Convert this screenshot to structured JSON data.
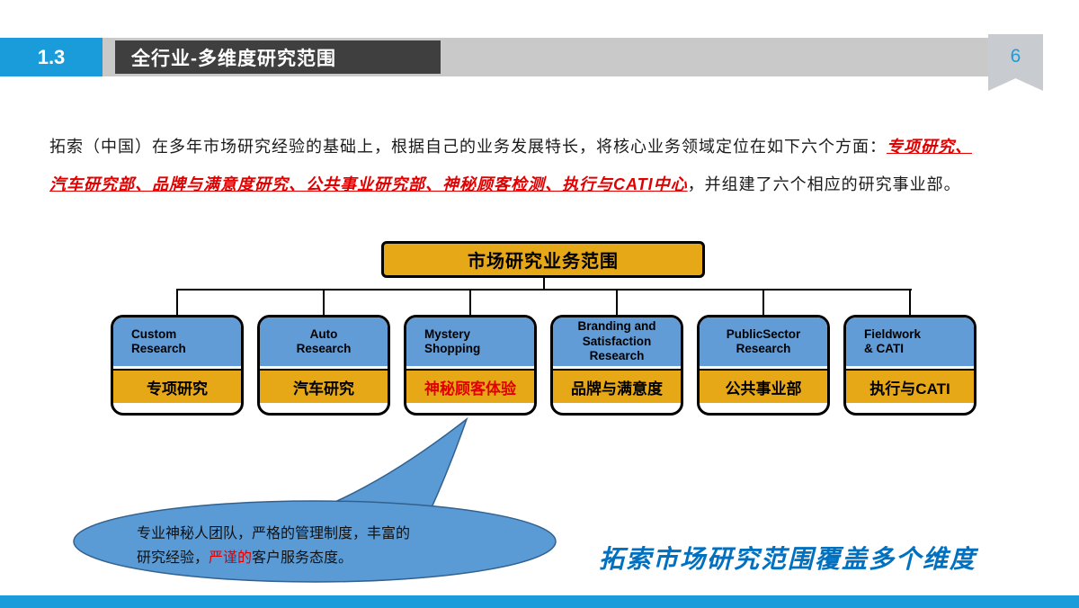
{
  "header": {
    "section_number": "1.3",
    "title": "全行业-多维度研究范围",
    "page_number": "6"
  },
  "intro": {
    "part1": "拓索（中国）在多年市场研究经验的基础上，根据自己的业务发展特长，将核心业务领域定位在如下六个方面：",
    "highlight": "专项研究、汽车研究部、品牌与满意度研究、公共事业研究部、神秘顾客检测、执行与CATI中心",
    "part2": "，并组建了六个相应的研究事业部。"
  },
  "chart": {
    "root": "市场研究业务范围",
    "nodes": [
      {
        "en": "Custom\nResearch",
        "cn": "专项研究"
      },
      {
        "en": "Auto\nResearch",
        "cn": "汽车研究"
      },
      {
        "en": "Mystery\nShopping",
        "cn": "神秘顾客体验"
      },
      {
        "en": "Branding and\nSatisfaction\nResearch",
        "cn": "品牌与满意度"
      },
      {
        "en": "PublicSector\nResearch",
        "cn": "公共事业部"
      },
      {
        "en": "Fieldwork\n& CATI",
        "cn": "执行与CATI"
      }
    ]
  },
  "callout": {
    "text_before": "专业神秘人团队，严格的管理制度，丰富的研究经验，",
    "text_red": "严谨的",
    "text_after": "客户服务态度。"
  },
  "tagline": "拓索市场研究范围覆盖多个维度",
  "colors": {
    "header_blue": "#199CD9",
    "header_gray": "#C9C9C9",
    "title_box_dark": "#3F3F3F",
    "node_blue": "#619CD6",
    "gold": "#E6A817",
    "red": "#E00000",
    "tagline_blue": "#0070C0",
    "callout_blue": "#5B9BD5"
  }
}
